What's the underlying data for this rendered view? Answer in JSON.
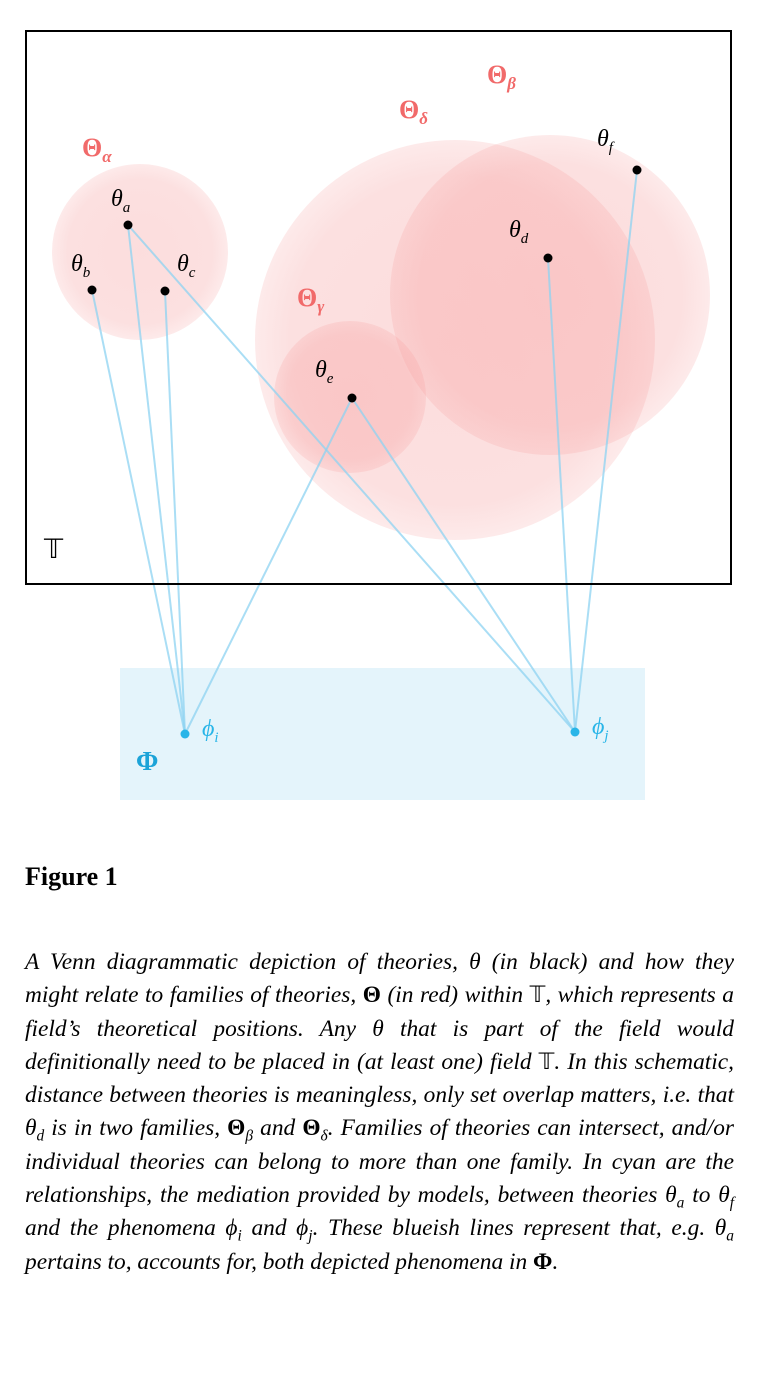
{
  "diagram": {
    "t_set_label": "𝕋",
    "phenomena_set_label": "Φ",
    "families": [
      {
        "id": "alpha",
        "main": "Θ",
        "sub": "α"
      },
      {
        "id": "beta",
        "main": "Θ",
        "sub": "β"
      },
      {
        "id": "gamma",
        "main": "Θ",
        "sub": "γ"
      },
      {
        "id": "delta",
        "main": "Θ",
        "sub": "δ"
      }
    ],
    "theories": [
      {
        "id": "theta_a",
        "main": "θ",
        "sub": "a"
      },
      {
        "id": "theta_b",
        "main": "θ",
        "sub": "b"
      },
      {
        "id": "theta_c",
        "main": "θ",
        "sub": "c"
      },
      {
        "id": "theta_d",
        "main": "θ",
        "sub": "d"
      },
      {
        "id": "theta_e",
        "main": "θ",
        "sub": "e"
      },
      {
        "id": "theta_f",
        "main": "θ",
        "sub": "f"
      }
    ],
    "phenomena": [
      {
        "id": "phi_i",
        "main": "ϕ",
        "sub": "i"
      },
      {
        "id": "phi_j",
        "main": "ϕ",
        "sub": "j"
      }
    ],
    "relations": [
      [
        "theta_a",
        "phi_i"
      ],
      [
        "theta_b",
        "phi_i"
      ],
      [
        "theta_c",
        "phi_i"
      ],
      [
        "theta_e",
        "phi_i"
      ],
      [
        "theta_a",
        "phi_j"
      ],
      [
        "theta_d",
        "phi_j"
      ],
      [
        "theta_e",
        "phi_j"
      ],
      [
        "theta_f",
        "phi_j"
      ]
    ],
    "colors": {
      "family_label": "#f16a6a",
      "family_fill": "#f58f8f",
      "theory_dot": "#000000",
      "phenomenon": "#29b5e8",
      "phenomena_set": "#1ba3d8",
      "relation_line": "#8ed3f2",
      "phenomena_box": "#e4f4fb"
    }
  },
  "caption": {
    "figure_label": "Figure 1",
    "runs": [
      {
        "t": "A Venn diagrammatic depiction of theories, θ (in black) and how they might relate to families of theories, "
      },
      {
        "t": "Θ",
        "b": true
      },
      {
        "t": " (in red) within "
      },
      {
        "t": "𝕋",
        "bb": true
      },
      {
        "t": ", which represents a field’s theoretical positions. Any θ that is part of the field would definitionally need to be placed in (at least one) field "
      },
      {
        "t": "𝕋",
        "bb": true
      },
      {
        "t": ". In this schematic, distance between theories is meaningless, only set overlap matters, i.e. that θ"
      },
      {
        "t": "d",
        "sub": true
      },
      {
        "t": " is in two families, "
      },
      {
        "t": "Θ",
        "b": true
      },
      {
        "t": "β",
        "sub": true
      },
      {
        "t": " and "
      },
      {
        "t": "Θ",
        "b": true
      },
      {
        "t": "δ",
        "sub": true
      },
      {
        "t": ". Families of theories can intersect, and/or individual theories can belong to more than one family. In cyan are the relationships, the mediation provided by models, between theories θ"
      },
      {
        "t": "a",
        "sub": true
      },
      {
        "t": " to θ"
      },
      {
        "t": "f",
        "sub": true
      },
      {
        "t": " and the phenomena ϕ"
      },
      {
        "t": "i",
        "sub": true
      },
      {
        "t": " and ϕ"
      },
      {
        "t": "j",
        "sub": true
      },
      {
        "t": ". These blueish lines represent that, e.g. θ"
      },
      {
        "t": "a",
        "sub": true
      },
      {
        "t": " pertains to, accounts for, both depicted phenomena in "
      },
      {
        "t": "Φ",
        "b": true
      },
      {
        "t": "."
      }
    ]
  }
}
